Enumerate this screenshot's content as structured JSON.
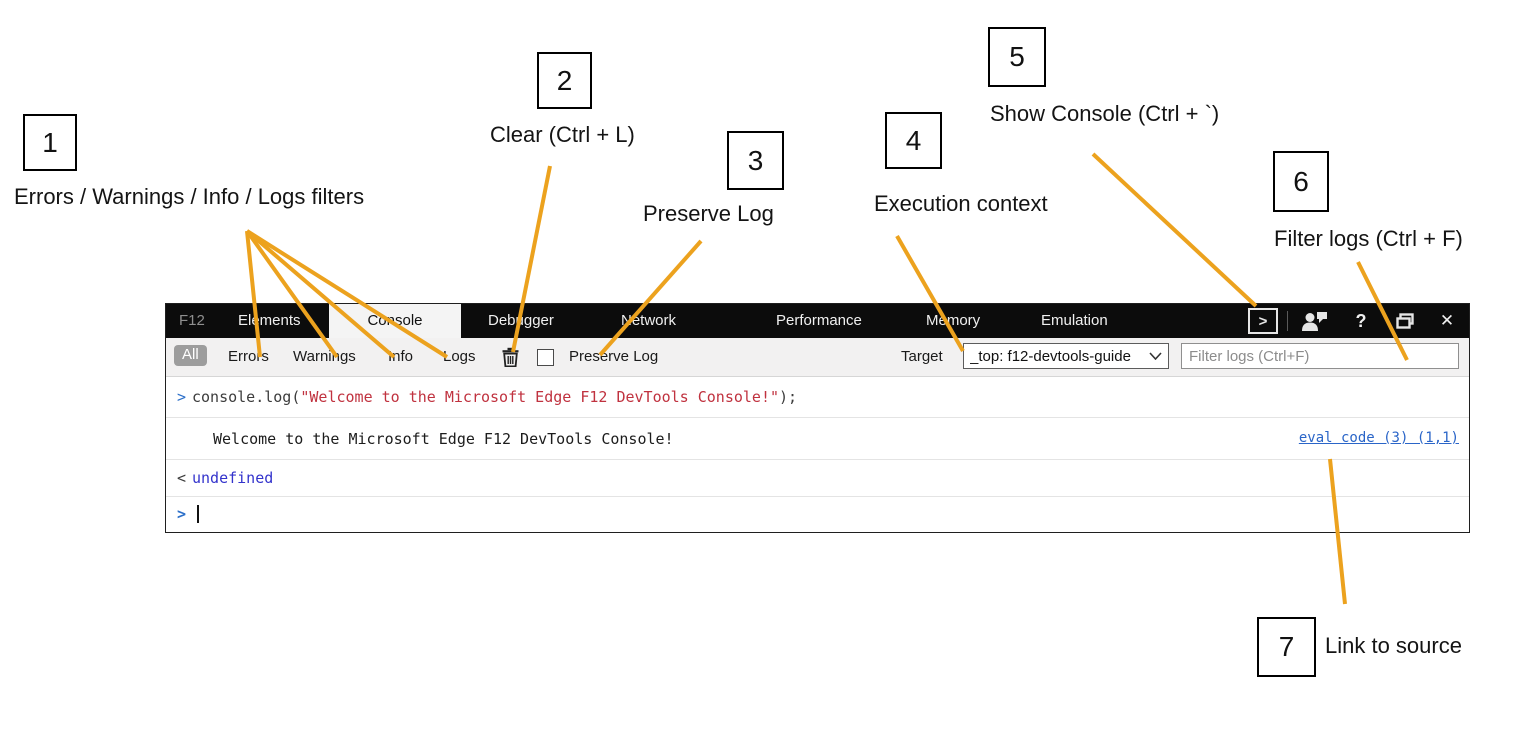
{
  "annotations": {
    "line_color": "#ECA21E",
    "callouts": [
      {
        "number": "1",
        "label": "Errors / Warnings / Info / Logs filters"
      },
      {
        "number": "2",
        "label": "Clear (Ctrl + L)"
      },
      {
        "number": "3",
        "label": "Preserve Log"
      },
      {
        "number": "4",
        "label": "Execution context"
      },
      {
        "number": "5",
        "label": "Show Console (Ctrl + `)"
      },
      {
        "number": "6",
        "label": "Filter logs (Ctrl + F)"
      },
      {
        "number": "7",
        "label": "Link to source"
      }
    ]
  },
  "devtools": {
    "tabs": [
      {
        "label": "F12"
      },
      {
        "label": "Elements"
      },
      {
        "label": "Console"
      },
      {
        "label": "Debugger"
      },
      {
        "label": "Network"
      },
      {
        "label": "Performance"
      },
      {
        "label": "Memory"
      },
      {
        "label": "Emulation"
      }
    ],
    "titlebar": {
      "console_glyph": ">",
      "help_glyph": "?",
      "close_glyph": "✕"
    },
    "toolbar": {
      "filters": [
        {
          "label": "All"
        },
        {
          "label": "Errors"
        },
        {
          "label": "Warnings"
        },
        {
          "label": "Info"
        },
        {
          "label": "Logs"
        }
      ],
      "preserve_log_label": "Preserve Log",
      "target_label": "Target",
      "target_value": "_top: f12-devtools-guide",
      "filter_placeholder": "Filter logs (Ctrl+F)"
    },
    "console": {
      "input_echo": {
        "prompt": ">",
        "code_fn": "console.log(",
        "code_string": "\"Welcome to the Microsoft Edge F12 DevTools Console!\"",
        "code_close": ");"
      },
      "output": {
        "text": "Welcome to the Microsoft Edge F12 DevTools Console!",
        "source_link": "eval code (3) (1,1)"
      },
      "result": {
        "prompt": "<",
        "value": "undefined"
      },
      "prompt_symbol": ">"
    }
  }
}
